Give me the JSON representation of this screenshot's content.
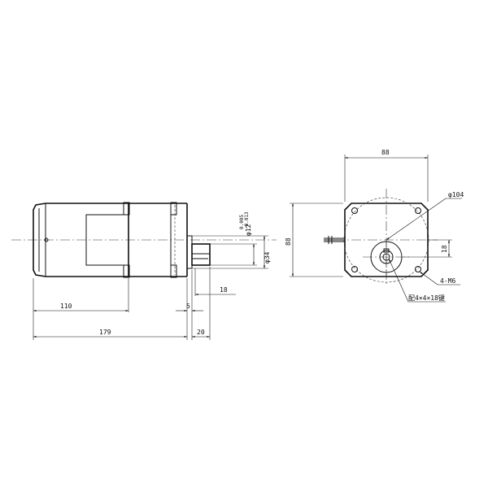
{
  "side_view": {
    "dims": {
      "body_length": "110",
      "total_length": "179",
      "shaft_length": "20",
      "flange_step": "5",
      "key_length": "18",
      "shaft_diameter": "φ12",
      "shaft_tol_upper": "0.005",
      "shaft_tol_lower": "-0.013",
      "pilot_diameter": "φ34"
    }
  },
  "front_view": {
    "dims": {
      "width": "88",
      "height": "88",
      "bolt_circle": "φ104",
      "offset": "18",
      "holes": "4-M6",
      "key": "配4×4×18键"
    }
  }
}
